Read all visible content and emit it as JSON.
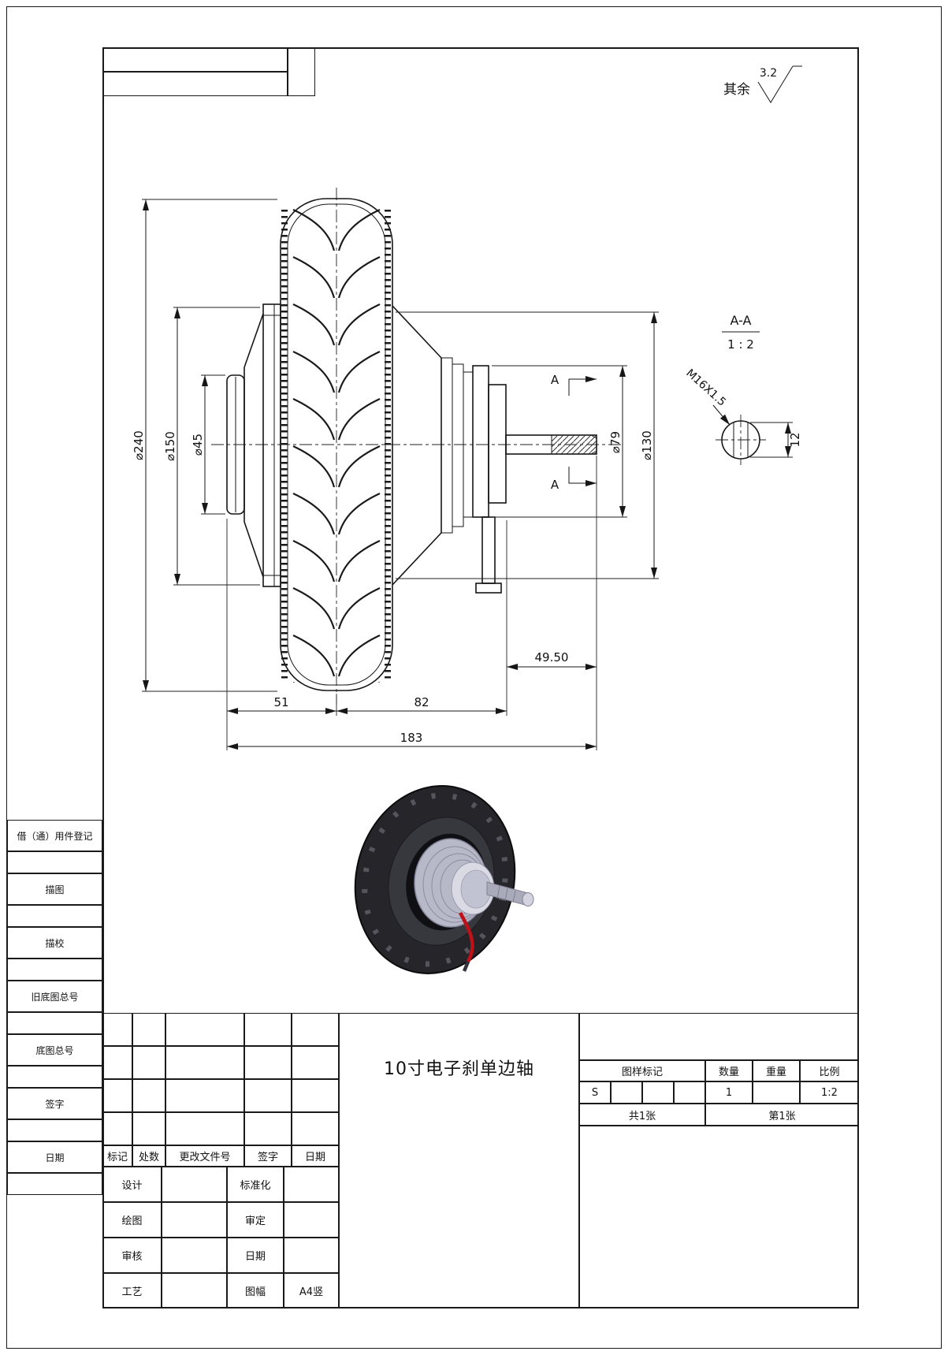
{
  "sheet": {
    "roughness_prefix": "其余",
    "roughness_value": "3.2"
  },
  "main_view": {
    "section_arrow_label": "A",
    "dims": {
      "phi240": "⌀240",
      "phi150": "⌀150",
      "phi45": "⌀45",
      "phi79": "⌀79",
      "phi130": "⌀130",
      "len49_5": "49.50",
      "len51": "51",
      "len82": "82",
      "len183": "183"
    }
  },
  "section_view": {
    "title": "A-A",
    "scale": "1 : 2",
    "thread_callout": "M16X1.5",
    "across_flats": "12"
  },
  "left_margin": {
    "items": [
      "借（通）用件登记",
      "描图",
      "描校",
      "旧底图总号",
      "底图总号",
      "签字",
      "日期"
    ]
  },
  "title_block": {
    "title": "10寸电子刹单边轴",
    "rev_headers": [
      "标记",
      "处数",
      "更改文件号",
      "签字",
      "日期"
    ],
    "roles_left": [
      "设计",
      "绘图",
      "审核",
      "工艺"
    ],
    "roles_mid": [
      "标准化",
      "审定",
      "日期",
      "图幅"
    ],
    "paper_size": "A4竖",
    "mark_header": "图样标记",
    "qty_header": "数量",
    "weight_header": "重量",
    "scale_header": "比例",
    "mark_value": "S",
    "qty_value": "1",
    "weight_value": "",
    "scale_value": "1:2",
    "sheets_total": "共1张",
    "sheet_number": "第1张"
  }
}
